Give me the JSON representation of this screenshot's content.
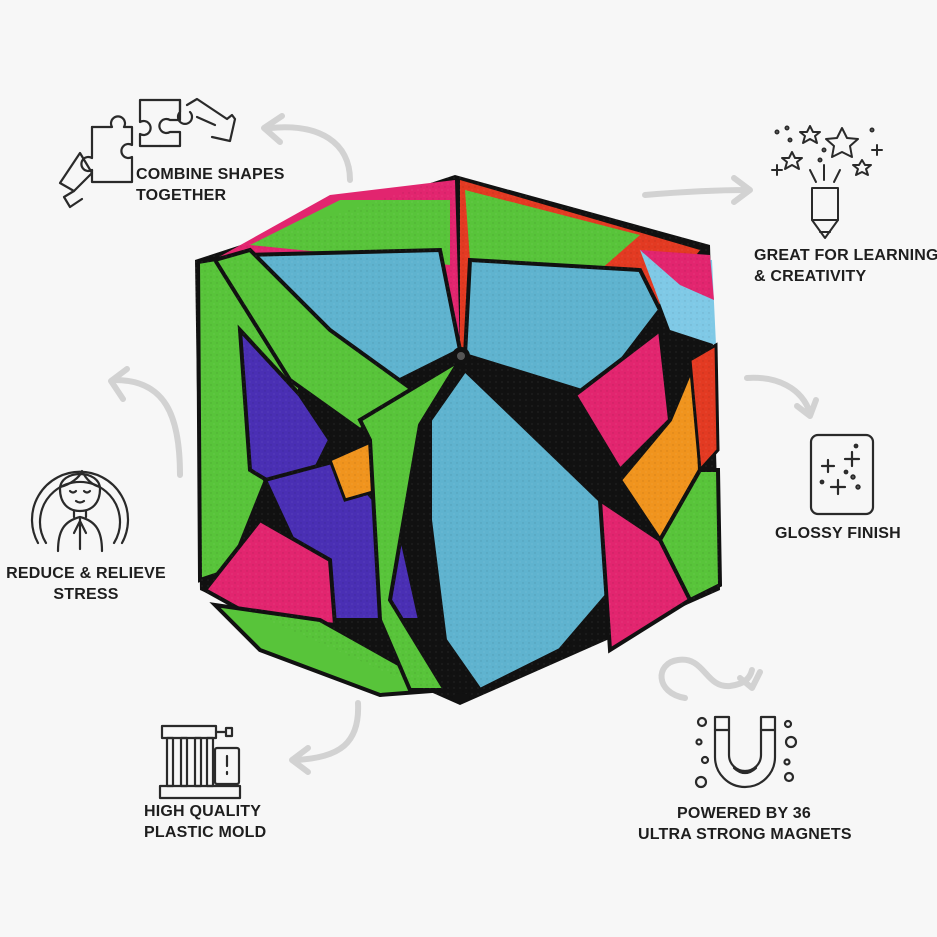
{
  "features": {
    "combine": {
      "line1": "COMBINE SHAPES",
      "line2": "TOGETHER",
      "icon": "puzzle-hands-icon"
    },
    "learning": {
      "line1": "GREAT FOR LEARNING",
      "line2": "& CREATIVITY",
      "icon": "pencil-stars-icon"
    },
    "glossy": {
      "line1": "GLOSSY FINISH",
      "icon": "sparkle-card-icon"
    },
    "magnets": {
      "line1": "POWERED BY 36",
      "line2": "ULTRA STRONG MAGNETS",
      "icon": "magnet-icon"
    },
    "mold": {
      "line1": "HIGH QUALITY",
      "line2": "PLASTIC MOLD",
      "icon": "mold-machine-icon"
    },
    "stress": {
      "line1": "REDUCE & RELIEVE",
      "line2": "STRESS",
      "icon": "meditation-person-icon"
    }
  },
  "colors": {
    "text": "#1e1e1e",
    "arrow": "#d2d2d2",
    "background": "#f7f7f7",
    "cube_blue": "#5fb3cf",
    "cube_green": "#58c43a",
    "cube_pink": "#e2256f",
    "cube_purple": "#4a2fb4",
    "cube_orange": "#f0941e",
    "cube_red": "#e33a22"
  }
}
